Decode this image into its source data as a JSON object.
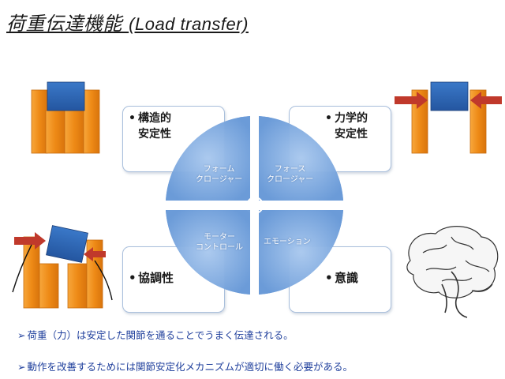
{
  "title": {
    "jp": "荷重伝達機能",
    "en": "(Load transfer)"
  },
  "boxes": {
    "top_left": {
      "line1": "構造的",
      "line2": "安定性"
    },
    "top_right": {
      "line1": "力学的",
      "line2": "安定性"
    },
    "bottom_left": {
      "line1": "協調性"
    },
    "bottom_right": {
      "line1": "意識"
    }
  },
  "quadrants": {
    "form": {
      "line1": "フォーム",
      "line2": "クロージャー"
    },
    "force": {
      "line1": "フォース",
      "line2": "クロージャー"
    },
    "motor": {
      "line1": "モーター",
      "line2": "コントロール"
    },
    "emotion": {
      "line1": "エモーション"
    }
  },
  "notes": [
    "荷重（力）は安定した関節を通ることでうまく伝達される。",
    "動作を改善するためには関節安定化メカニズムが適切に働く必要がある。"
  ],
  "colors": {
    "orange": "#f0901e",
    "blue_block": "#2f68b8",
    "red_arrow": "#c0392b",
    "circle_blue": "#7eaadf"
  }
}
